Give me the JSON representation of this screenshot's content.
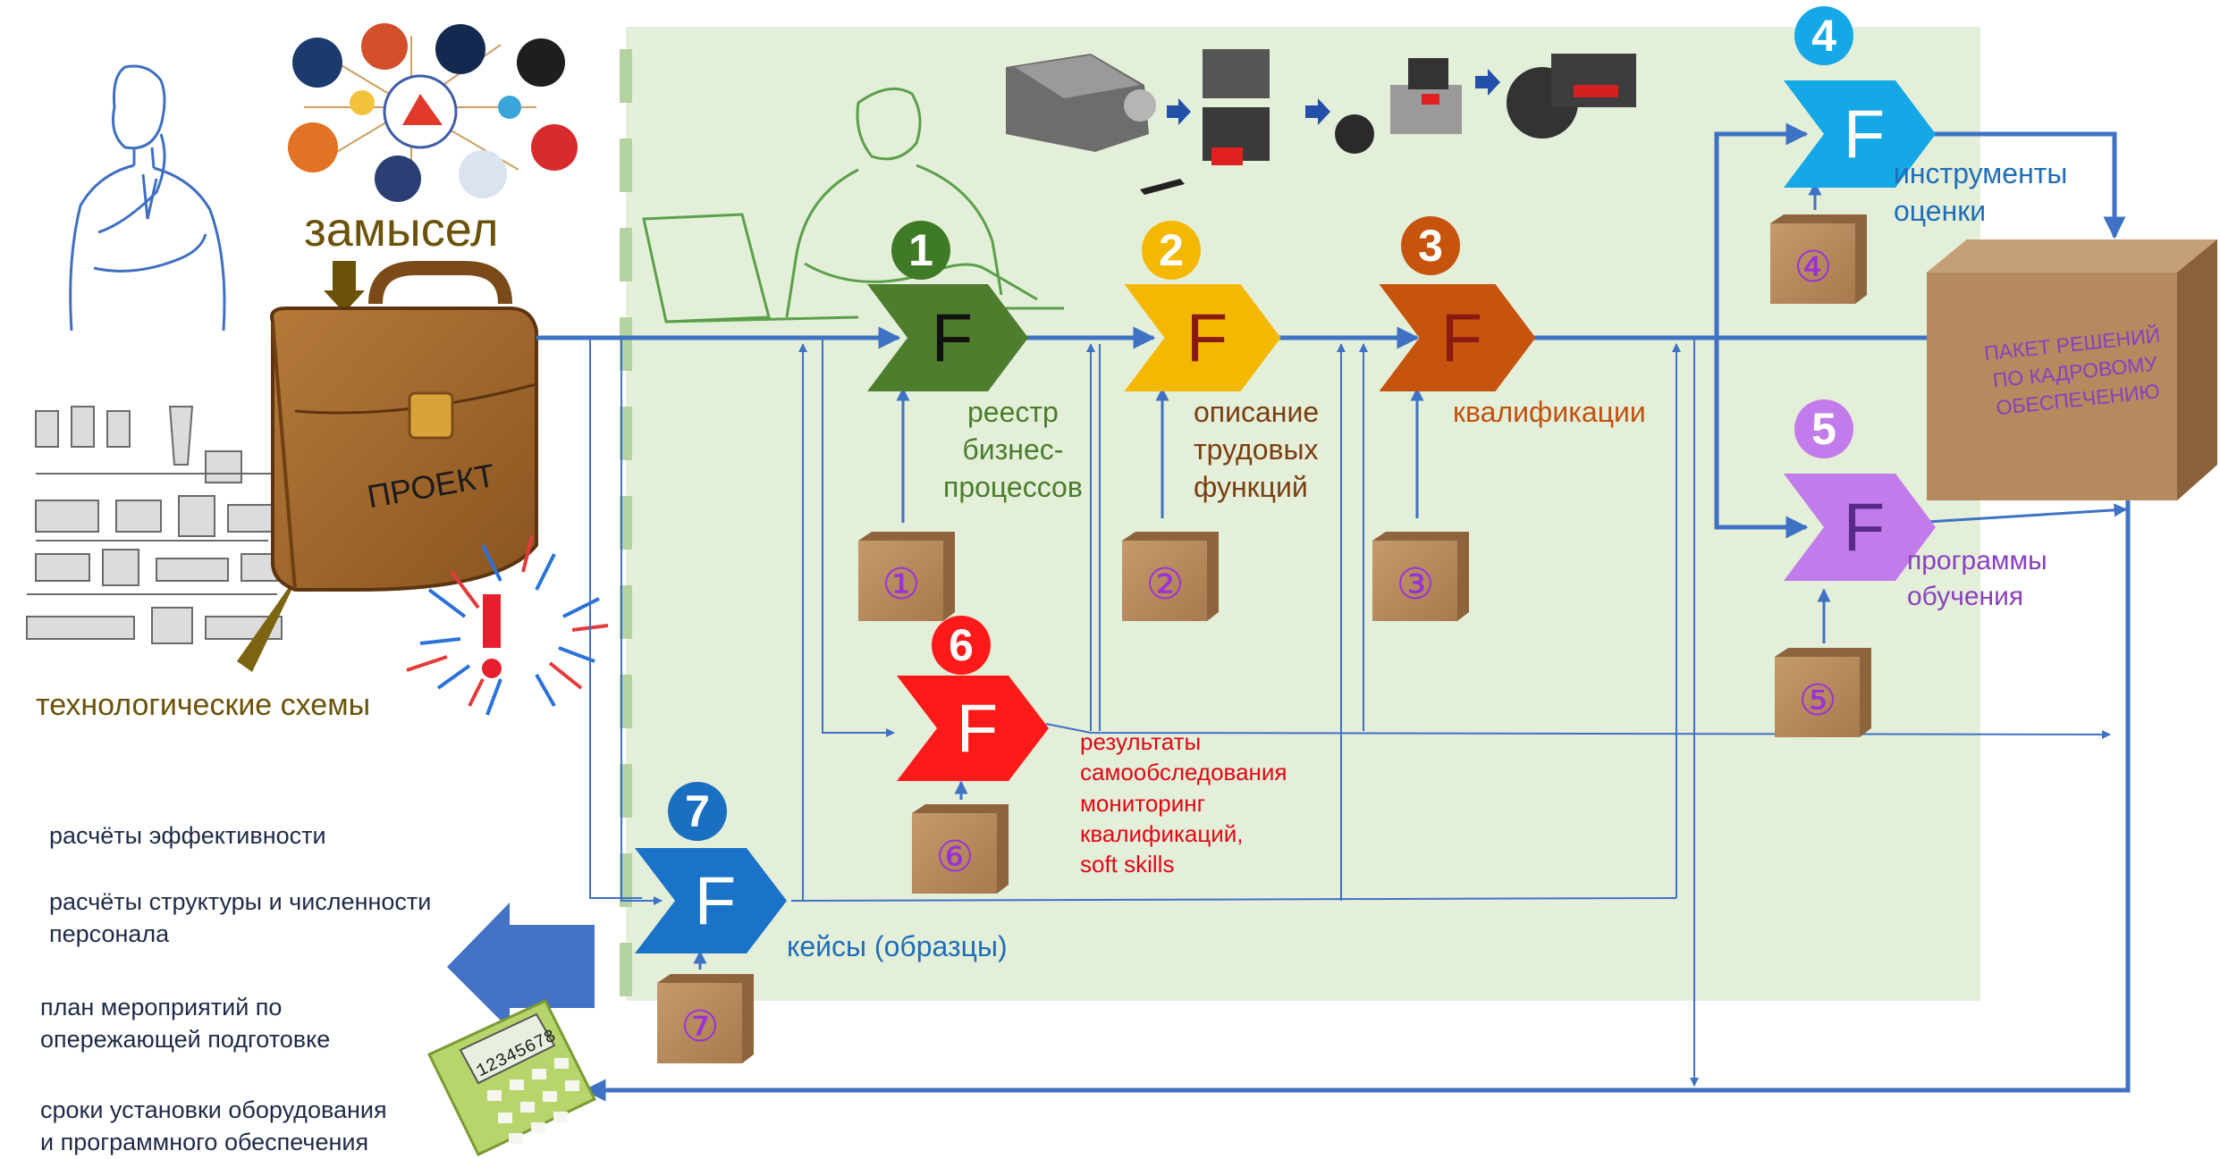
{
  "project": {
    "title": "ПРОЕКТ",
    "idea_label": "замысел",
    "tech_schemes_label": "технологические схемы"
  },
  "functions": [
    {
      "num": "1",
      "letter": "F",
      "label_lines": [
        "реестр",
        "бизнес-",
        "процессов"
      ],
      "box_num": "①",
      "color": "#4e7d2e",
      "badge_color": "#3f7b26"
    },
    {
      "num": "2",
      "letter": "F",
      "label_lines": [
        "описание",
        "трудовых",
        "функций"
      ],
      "box_num": "②",
      "color": "#f5b800",
      "badge_color": "#f5b800"
    },
    {
      "num": "3",
      "letter": "F",
      "label_lines": [
        "квалификации"
      ],
      "box_num": "③",
      "color": "#c6540f",
      "badge_color": "#c6540f"
    },
    {
      "num": "4",
      "letter": "F",
      "label_lines": [
        "инструменты",
        "оценки"
      ],
      "box_num": "④",
      "color": "#15a8e6",
      "badge_color": "#15a8e6"
    },
    {
      "num": "5",
      "letter": "F",
      "label_lines": [
        "программы",
        "обучения"
      ],
      "box_num": "⑤",
      "color": "#c27bea",
      "badge_color": "#c27bea"
    },
    {
      "num": "6",
      "letter": "F",
      "label_lines": [
        "результаты",
        "самообследования",
        "мониторинг",
        "квалификаций,",
        "soft skills"
      ],
      "box_num": "⑥",
      "color": "#ff1a1a",
      "badge_color": "#ff1a1a"
    },
    {
      "num": "7",
      "letter": "F",
      "label_lines": [
        "кейсы (образцы)"
      ],
      "box_num": "⑦",
      "color": "#1a73c8",
      "badge_color": "#1a6fc0"
    }
  ],
  "result_box": {
    "lines": [
      "ПАКЕТ РЕШЕНИЙ",
      "ПО КАДРОВОМУ",
      "ОБЕСПЕЧЕНИЮ"
    ]
  },
  "outputs": [
    {
      "lines": [
        "расчёты эффективности"
      ]
    },
    {
      "lines": [
        "расчёты структуры и численности",
        "персонала"
      ]
    },
    {
      "lines": [
        "план мероприятий по",
        "опережающей подготовке"
      ]
    },
    {
      "lines": [
        "сроки установки оборудования",
        "и программного обеспечения"
      ]
    }
  ],
  "calculator_display": "12345678",
  "colors": {
    "zone": "#e4efd9",
    "flow": "#3f72c4",
    "box": "#b88a5c",
    "box_num": "#9b30d9"
  }
}
